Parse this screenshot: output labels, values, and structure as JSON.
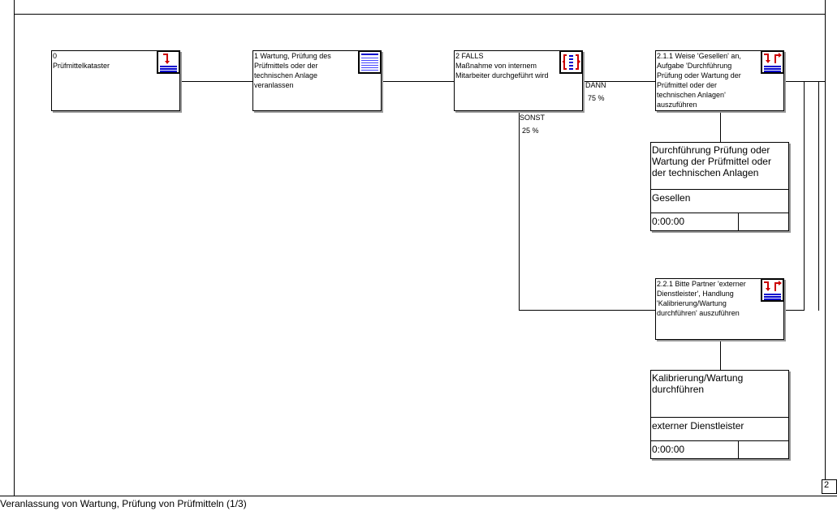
{
  "nodes": [
    {
      "text": "0\nPrüfmittelkataster",
      "icon": "step-list-icon"
    },
    {
      "text": "1 Wartung, Prüfung des\nPrüfmittels oder der\ntechnischen Anlage\nveranlassen",
      "icon": "document-lines-icon"
    },
    {
      "text": "2 FALLS\nMaßnahme von internem\nMitarbeiter durchgeführt wird",
      "icon": "decision-icon"
    },
    {
      "text": "2.1.1 Weise 'Gesellen' an,\nAufgabe 'Durchführung\nPrüfung oder Wartung der\nPrüfmittel oder der\ntechnischen Anlagen'\nauszuführen",
      "icon": "assign-task-icon"
    },
    {
      "text": "2.2.1 Bitte Partner 'externer\nDienstleister', Handlung\n'Kalibrierung/Wartung\ndurchführen' auszuführen",
      "icon": "assign-task-icon"
    }
  ],
  "branches": {
    "then_label": "DANN",
    "then_pct": "75 %",
    "else_label": "SONST",
    "else_pct": "25 %"
  },
  "cards": [
    {
      "task": "Durchführung Prüfung oder Wartung der Prüfmittel oder der technischen Anlagen",
      "role": "Gesellen",
      "time": "0:00:00"
    },
    {
      "task": "Kalibrierung/Wartung durchführen",
      "role": "externer Dienstleister",
      "time": "0:00:00"
    }
  ],
  "footer": {
    "title": "Veranlassung von Wartung, Prüfung von Prüfmitteln (1/3)",
    "page": "2"
  },
  "colors": {
    "icon_red": "#cc0000",
    "icon_blue": "#0000cc"
  }
}
